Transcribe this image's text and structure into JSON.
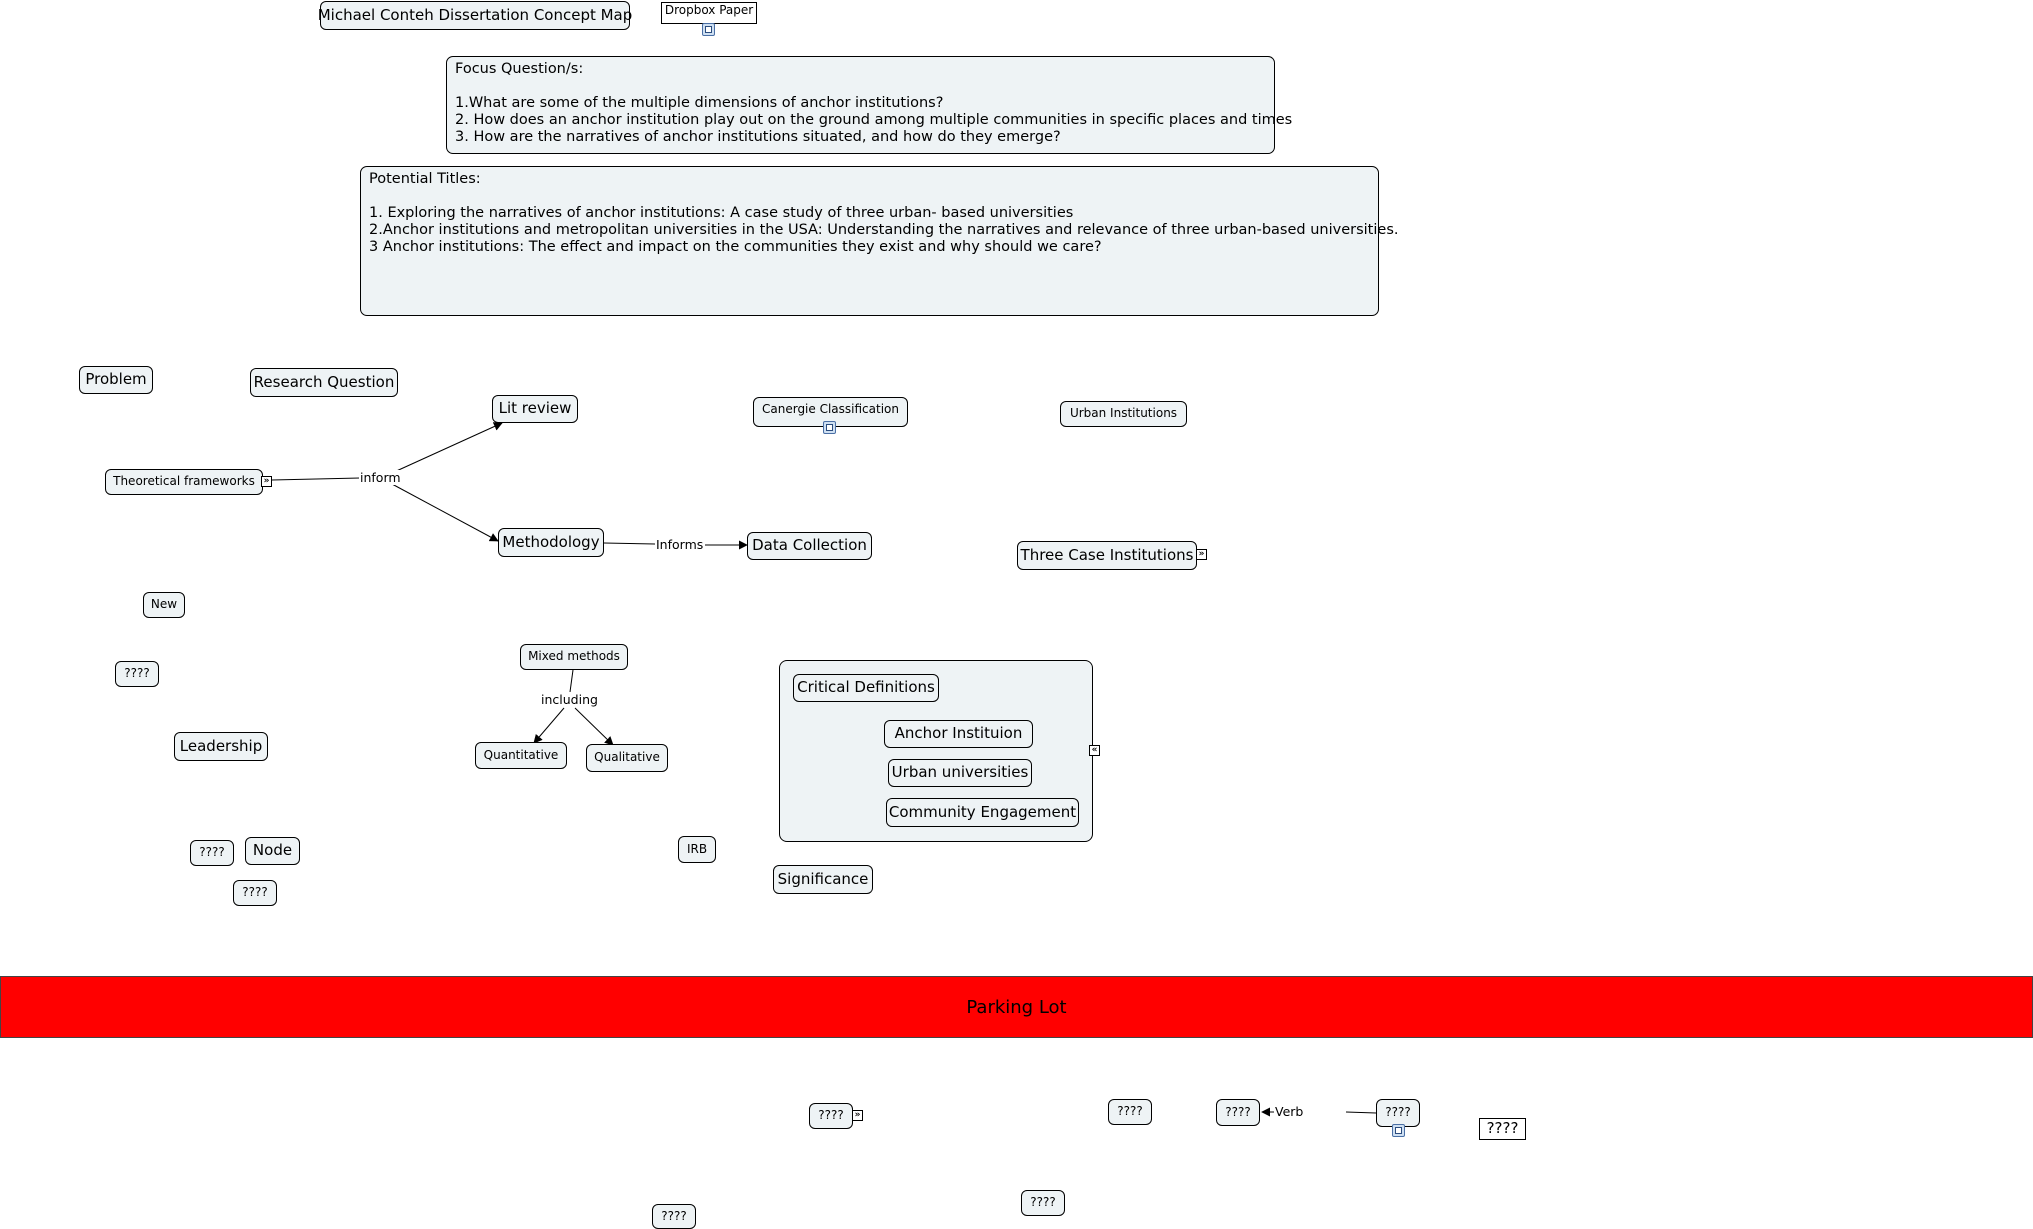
{
  "map_title": "Michael Conteh Dissertation Concept Map",
  "dropbox_paper": "Dropbox Paper",
  "focus": {
    "heading": "Focus Question/s:",
    "q1": "1.What are some of the multiple dimensions of anchor institutions?",
    "q2": "2. How does an anchor institution play out on the ground among multiple communities in specific places and times",
    "q3": "3. How are the narratives of anchor institutions situated, and how do they emerge?"
  },
  "titles": {
    "heading": "Potential Titles:",
    "t1": "1. Exploring the narratives of anchor institutions: A case study of three urban- based universities",
    "t2": "2.Anchor institutions and metropolitan universities in the USA: Understanding the narratives and relevance of three urban-based universities.",
    "t3": "3 Anchor institutions: The effect and impact on the communities they exist and why should we care?"
  },
  "nodes": {
    "problem": "Problem",
    "research_question": "Research Question",
    "lit_review": "Lit review",
    "carnegie": "Canergie Classification",
    "urban_institutions": "Urban Institutions",
    "theoretical_frameworks": "Theoretical frameworks",
    "methodology": "Methodology",
    "data_collection": "Data Collection",
    "three_case": "Three Case Institutions",
    "new": "New",
    "unknown_1": "????",
    "mixed_methods": "Mixed methods",
    "leadership": "Leadership",
    "quantitative": "Quantitative",
    "qualitative": "Qualitative",
    "critical_definitions": "Critical Definitions",
    "anchor_institution": "Anchor Instituion",
    "urban_universities": "Urban universities",
    "community_engagement": "Community Engagement",
    "unknown_2": "????",
    "node": "Node",
    "irb": "IRB",
    "significance": "Significance",
    "unknown_3": "????",
    "parking_lot": "Parking Lot",
    "lot_1": "????",
    "lot_2": "????",
    "lot_3": "????",
    "lot_4": "????",
    "lot_5": "????",
    "lot_6": "????",
    "lot_7": "????"
  },
  "link_labels": {
    "inform": "inform",
    "informs": "Informs",
    "including": "including",
    "verb": "Verb"
  },
  "colors": {
    "node_fill": "#eef3f5",
    "parking_lot": "#ff0000"
  },
  "icons": {
    "resource": "document-resource-icon",
    "expand": "expand-double-chevron-icon",
    "collapse": "collapse-double-chevron-icon"
  }
}
